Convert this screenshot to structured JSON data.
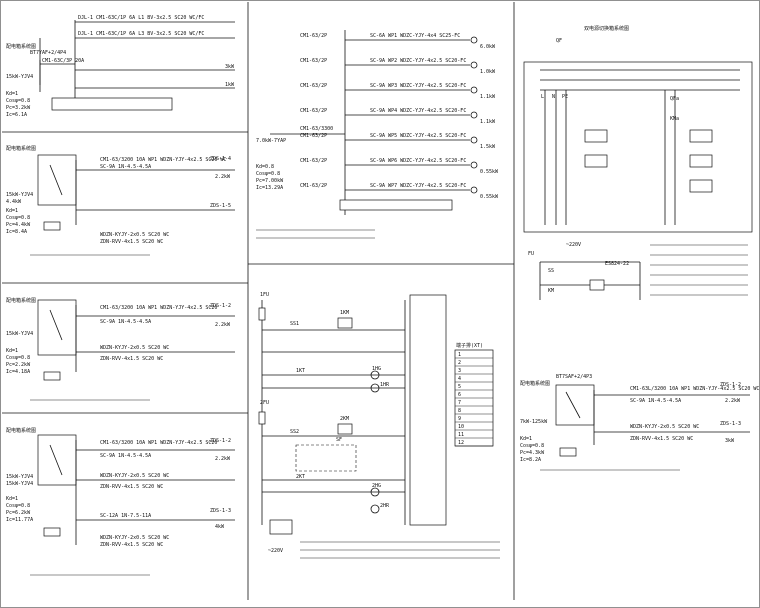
{
  "left_column": {
    "panel1": {
      "top_circuits": [
        "DJL-1 CM1-63C/1P 6A  L1  BV-3x2.5 SC20 WC/FC",
        "DJL-1 CM1-63C/1P 6A  L3  BV-3x2.5 SC20 WC/FC"
      ],
      "breaker": "BT7YAF+2/4P4",
      "main_breaker": "CM1-63C/3P 20A",
      "params": [
        "15kW-YJV4",
        "Kd=1",
        "Cosφ=0.8",
        "Pc=3.2kW",
        "Ic=6.1A"
      ],
      "loads": [
        "3kW",
        "1kW"
      ]
    },
    "panel2": {
      "incoming": [
        "15kW-YJV4",
        "4.4kW"
      ],
      "params": [
        "Kd=1",
        "Cosφ=0.8",
        "Pc=4.4kW",
        "Ic=8.4A"
      ],
      "circuits": [
        "CM1-63/3200 10A WP1 WDZN-YJY-4x2.5 SC20 WC",
        "SC-9A  1N-4.5-4.5A",
        "WDZN-KYJY-2x0.5 SC20 WC",
        "ZDN-RVV-4x1.5 SC20 WC"
      ],
      "right_labels": [
        "ZDS-1-4",
        "2.2kW",
        "ZDS-1-5"
      ]
    },
    "panel3": {
      "params": [
        "15kW-YJV4",
        "Kd=1",
        "Cosφ=0.8",
        "Pc=2.2kW",
        "Ic=4.18A"
      ],
      "circuits": [
        "CM1-63/3200 10A WP1 WDZN-YJY-4x2.5 SC20",
        "SC-9A  1N-4.5-4.5A",
        "WDZN-KYJY-2x0.5 SC20 WC",
        "ZDN-RVV-4x1.5 SC20 WC"
      ],
      "right_labels": [
        "ZDS-1-2",
        "2.2kW"
      ]
    },
    "panel4": {
      "params": [
        "15kW-YJV4",
        "15kW-YJV4",
        "Kd=1",
        "Cosφ=0.8",
        "Pc=6.2kW",
        "Ic=11.77A"
      ],
      "circuits": [
        "CM1-63/3200 10A WP1 WDZN-YJY-4x2.5 SC20",
        "SC-9A  1N-4.5-4.5A",
        "WDZN-KYJY-2x0.5 SC20 WC",
        "ZDN-RVV-4x1.5 SC20 WC",
        "SC-12A  1N-7.5-11A",
        "WDZN-KYJY-2x0.5 SC20 WC",
        "ZDN-RVV-4x1.5 SC20 WC"
      ],
      "right_labels": [
        "ZDS-1-2",
        "2.2kW",
        "ZDS-1-3",
        "4kW"
      ]
    }
  },
  "middle_top": {
    "main": {
      "breaker": "CM1-63/3300",
      "params": [
        "7.0kW-7YAP",
        "Kd=0.8",
        "Cosφ=0.8",
        "Pc=7.00kW",
        "Ic=13.29A"
      ],
      "feeders": [
        {
          "breaker": "CM1-63/2P",
          "line": "SC-6A WP1 WDZC-YJY-4x4 SC25-FC",
          "rating": "6.0kW"
        },
        {
          "breaker": "CM1-63/2P",
          "line": "SC-9A WP2 WDZC-YJY-4x2.5 SC20-FC",
          "rating": "1.0kW"
        },
        {
          "breaker": "CM1-63/2P",
          "line": "SC-9A WP3 WDZC-YJY-4x2.5 SC20-FC",
          "rating": "1.1kW"
        },
        {
          "breaker": "CM1-63/2P",
          "line": "SC-9A WP4 WDZC-YJY-4x2.5 SC20-FC",
          "rating": "1.1kW"
        },
        {
          "breaker": "CM1-63/2P",
          "line": "SC-9A WP5 WDZC-YJY-4x2.5 SC20-FC",
          "rating": "1.5kW"
        },
        {
          "breaker": "CM1-63/2P",
          "line": "SC-9A WP6 WDZC-YJY-4x2.5 SC20-FC",
          "rating": "0.55kW"
        },
        {
          "breaker": "CM1-63/2P",
          "line": "SC-9A WP7 WDZC-YJY-4x2.5 SC20-FC",
          "rating": "0.55kW"
        }
      ]
    }
  },
  "middle_bottom": {
    "fuses": [
      "1FU",
      "2FU"
    ],
    "relays": [
      "1KM",
      "2KM",
      "1KT",
      "2KT"
    ],
    "switch_labels": [
      "SS1",
      "SS2",
      "SF"
    ],
    "lamps": [
      "1HG",
      "2HG",
      "1HR",
      "2HR"
    ],
    "voltage": "~220V",
    "table_title": "端子排(XT)",
    "table_rows": [
      "1",
      "2",
      "3",
      "4",
      "5",
      "6",
      "7",
      "8",
      "9",
      "10",
      "11",
      "12"
    ]
  },
  "right_column": {
    "top_labels": [
      "QF",
      "L",
      "N",
      "PE",
      "QFa",
      "KMa"
    ],
    "relay_block": {
      "fuse": "FU",
      "switch": "SS",
      "coil": "KM",
      "part": "ES824-22",
      "voltage": "~220V"
    },
    "bottom_panel": {
      "breaker": "BT7SAF+2/4P3",
      "params": [
        "7kW-125kW",
        "Kd=1",
        "Cosφ=0.8",
        "Pc=4.3kW",
        "Ic=8.2A"
      ],
      "circuits": [
        "CM1-63L/3200 10A WP1 WDZN-YJY-4x2.5 SC20 WC",
        "SC-9A  1N-4.5-4.5A",
        "WDZN-KYJY-2x0.5 SC20 WC",
        "ZDN-RVV-4x1.5 SC20 WC"
      ],
      "right_labels": [
        "ZDS-1-2",
        "2.2kW",
        "ZDS-1-3",
        "3kW"
      ]
    }
  }
}
